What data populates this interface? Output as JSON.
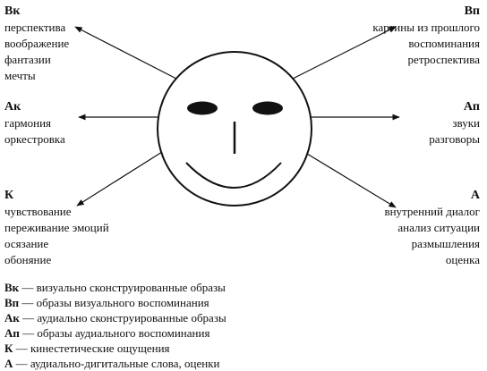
{
  "blocks": {
    "vk": {
      "title": "Вк",
      "lines": [
        "перспектива",
        "воображение",
        "фантазии",
        "мечты"
      ]
    },
    "vp": {
      "title": "Вп",
      "lines": [
        "картины из прошлого",
        "воспоминания",
        "ретроспектива"
      ]
    },
    "ak": {
      "title": "Ак",
      "lines": [
        "гармония",
        "оркестровка"
      ]
    },
    "ap": {
      "title": "Ап",
      "lines": [
        "звуки",
        "разговоры"
      ]
    },
    "k": {
      "title": "К",
      "lines": [
        "чувствование",
        "переживание эмоций",
        "осязание",
        "обоняние"
      ]
    },
    "a": {
      "title": "А",
      "lines": [
        "внутренний диалог",
        "анализ ситуации",
        "размышления",
        "оценка"
      ]
    }
  },
  "legend": [
    {
      "key": "Вк",
      "text": " — визуально сконструированные образы"
    },
    {
      "key": "Вп",
      "text": " — образы визуального воспоминания"
    },
    {
      "key": "Ак",
      "text": " — аудиально сконструированные образы"
    },
    {
      "key": "Ап",
      "text": " — образы аудиального воспоминания"
    },
    {
      "key": "К",
      "text": " — кинестетические ощущения"
    },
    {
      "key": "А",
      "text": " — аудиально-дигитальные слова, оценки"
    }
  ]
}
